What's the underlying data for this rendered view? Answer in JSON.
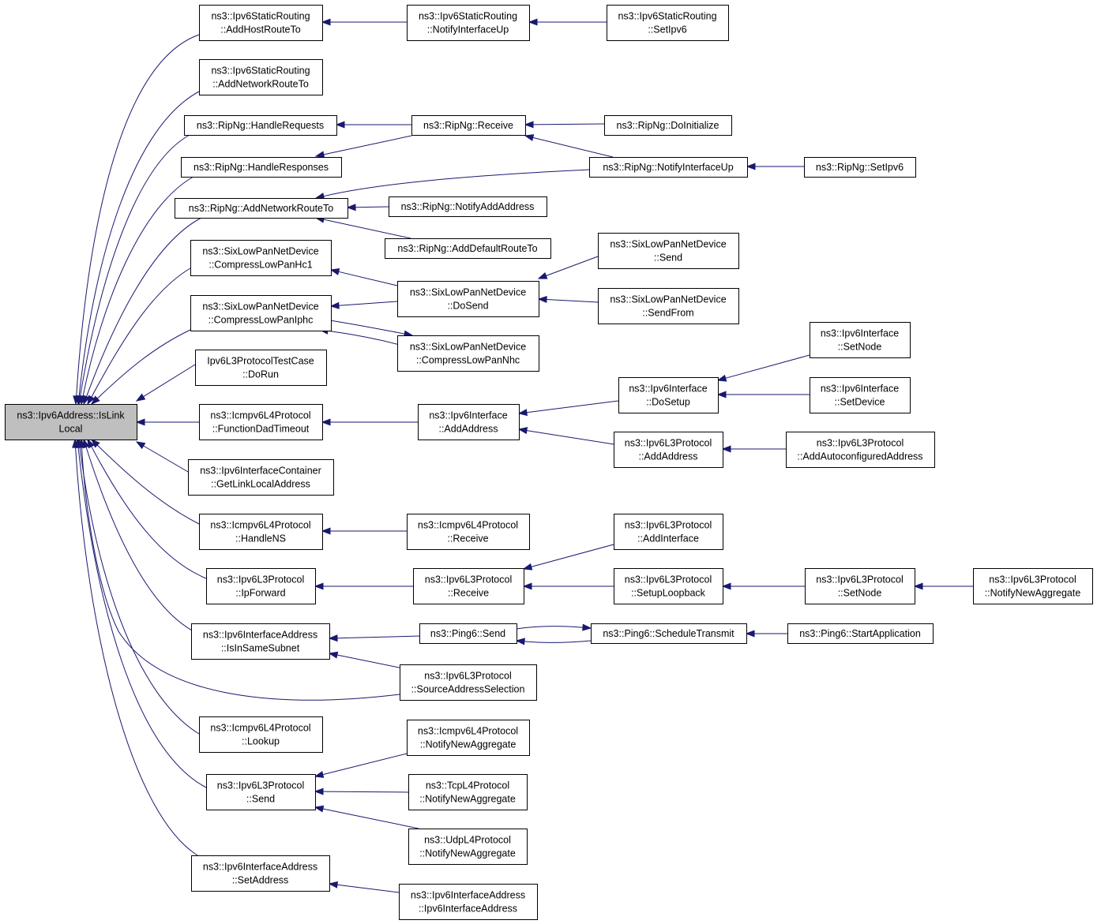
{
  "colors": {
    "edge": "#191970",
    "node_border": "#000000",
    "root_fill": "#bfbfbf",
    "node_fill": "#ffffff",
    "background": "#ffffff"
  },
  "nodes": [
    {
      "id": "root",
      "lines": [
        "ns3::Ipv6Address::IsLink",
        "Local"
      ],
      "root": true
    },
    {
      "id": "sr_addhost",
      "lines": [
        "ns3::Ipv6StaticRouting",
        "::AddHostRouteTo"
      ]
    },
    {
      "id": "sr_notify",
      "lines": [
        "ns3::Ipv6StaticRouting",
        "::NotifyInterfaceUp"
      ]
    },
    {
      "id": "sr_setipv6",
      "lines": [
        "ns3::Ipv6StaticRouting",
        "::SetIpv6"
      ]
    },
    {
      "id": "sr_addnet",
      "lines": [
        "ns3::Ipv6StaticRouting",
        "::AddNetworkRouteTo"
      ]
    },
    {
      "id": "rip_handlereq",
      "lines": [
        "ns3::RipNg::HandleRequests"
      ]
    },
    {
      "id": "rip_receive",
      "lines": [
        "ns3::RipNg::Receive"
      ]
    },
    {
      "id": "rip_doinit",
      "lines": [
        "ns3::RipNg::DoInitialize"
      ]
    },
    {
      "id": "rip_handleresp",
      "lines": [
        "ns3::RipNg::HandleResponses"
      ]
    },
    {
      "id": "rip_notifyup",
      "lines": [
        "ns3::RipNg::NotifyInterfaceUp"
      ]
    },
    {
      "id": "rip_setipv6",
      "lines": [
        "ns3::RipNg::SetIpv6"
      ]
    },
    {
      "id": "rip_addnet",
      "lines": [
        "ns3::RipNg::AddNetworkRouteTo"
      ]
    },
    {
      "id": "rip_notifyadd",
      "lines": [
        "ns3::RipNg::NotifyAddAddress"
      ]
    },
    {
      "id": "rip_adddefault",
      "lines": [
        "ns3::RipNg::AddDefaultRouteTo"
      ]
    },
    {
      "id": "sl_hc1",
      "lines": [
        "ns3::SixLowPanNetDevice",
        "::CompressLowPanHc1"
      ]
    },
    {
      "id": "sl_send",
      "lines": [
        "ns3::SixLowPanNetDevice",
        "::Send"
      ]
    },
    {
      "id": "sl_dosend",
      "lines": [
        "ns3::SixLowPanNetDevice",
        "::DoSend"
      ]
    },
    {
      "id": "sl_iphc",
      "lines": [
        "ns3::SixLowPanNetDevice",
        "::CompressLowPanIphc"
      ]
    },
    {
      "id": "sl_sendfrom",
      "lines": [
        "ns3::SixLowPanNetDevice",
        "::SendFrom"
      ]
    },
    {
      "id": "sl_nhc",
      "lines": [
        "ns3::SixLowPanNetDevice",
        "::CompressLowPanNhc"
      ]
    },
    {
      "id": "test_dorun",
      "lines": [
        "Ipv6L3ProtocolTestCase",
        "::DoRun"
      ]
    },
    {
      "id": "if_setnode",
      "lines": [
        "ns3::Ipv6Interface",
        "::SetNode"
      ]
    },
    {
      "id": "if_dosetup",
      "lines": [
        "ns3::Ipv6Interface",
        "::DoSetup"
      ]
    },
    {
      "id": "if_setdevice",
      "lines": [
        "ns3::Ipv6Interface",
        "::SetDevice"
      ]
    },
    {
      "id": "icmp_dad",
      "lines": [
        "ns3::Icmpv6L4Protocol",
        "::FunctionDadTimeout"
      ]
    },
    {
      "id": "if_addaddr",
      "lines": [
        "ns3::Ipv6Interface",
        "::AddAddress"
      ]
    },
    {
      "id": "l3_addaddr",
      "lines": [
        "ns3::Ipv6L3Protocol",
        "::AddAddress"
      ]
    },
    {
      "id": "l3_autoconf",
      "lines": [
        "ns3::Ipv6L3Protocol",
        "::AddAutoconfiguredAddress"
      ]
    },
    {
      "id": "ifc_getll",
      "lines": [
        "ns3::Ipv6InterfaceContainer",
        "::GetLinkLocalAddress"
      ]
    },
    {
      "id": "icmp_hns",
      "lines": [
        "ns3::Icmpv6L4Protocol",
        "::HandleNS"
      ]
    },
    {
      "id": "icmp_recv",
      "lines": [
        "ns3::Icmpv6L4Protocol",
        "::Receive"
      ]
    },
    {
      "id": "l3_addif",
      "lines": [
        "ns3::Ipv6L3Protocol",
        "::AddInterface"
      ]
    },
    {
      "id": "l3_ipfwd",
      "lines": [
        "ns3::Ipv6L3Protocol",
        "::IpForward"
      ]
    },
    {
      "id": "l3_recv",
      "lines": [
        "ns3::Ipv6L3Protocol",
        "::Receive"
      ]
    },
    {
      "id": "l3_setuplb",
      "lines": [
        "ns3::Ipv6L3Protocol",
        "::SetupLoopback"
      ]
    },
    {
      "id": "l3_setnode",
      "lines": [
        "ns3::Ipv6L3Protocol",
        "::SetNode"
      ]
    },
    {
      "id": "l3_notifyagg",
      "lines": [
        "ns3::Ipv6L3Protocol",
        "::NotifyNewAggregate"
      ]
    },
    {
      "id": "ia_samesub",
      "lines": [
        "ns3::Ipv6InterfaceAddress",
        "::IsInSameSubnet"
      ]
    },
    {
      "id": "ping_send",
      "lines": [
        "ns3::Ping6::Send"
      ]
    },
    {
      "id": "ping_sched",
      "lines": [
        "ns3::Ping6::ScheduleTransmit"
      ]
    },
    {
      "id": "ping_start",
      "lines": [
        "ns3::Ping6::StartApplication"
      ]
    },
    {
      "id": "l3_srcsel",
      "lines": [
        "ns3::Ipv6L3Protocol",
        "::SourceAddressSelection"
      ]
    },
    {
      "id": "icmp_lookup",
      "lines": [
        "ns3::Icmpv6L4Protocol",
        "::Lookup"
      ]
    },
    {
      "id": "icmp_notifyagg",
      "lines": [
        "ns3::Icmpv6L4Protocol",
        "::NotifyNewAggregate"
      ]
    },
    {
      "id": "l3_send",
      "lines": [
        "ns3::Ipv6L3Protocol",
        "::Send"
      ]
    },
    {
      "id": "tcp_notifyagg",
      "lines": [
        "ns3::TcpL4Protocol",
        "::NotifyNewAggregate"
      ]
    },
    {
      "id": "udp_notifyagg",
      "lines": [
        "ns3::UdpL4Protocol",
        "::NotifyNewAggregate"
      ]
    },
    {
      "id": "ia_setaddr",
      "lines": [
        "ns3::Ipv6InterfaceAddress",
        "::SetAddress"
      ]
    },
    {
      "id": "ia_ctor",
      "lines": [
        "ns3::Ipv6InterfaceAddress",
        "::Ipv6InterfaceAddress"
      ]
    }
  ],
  "edges": [
    {
      "from": "sr_addhost",
      "to": "root"
    },
    {
      "from": "sr_addnet",
      "to": "root"
    },
    {
      "from": "rip_handlereq",
      "to": "root"
    },
    {
      "from": "rip_handleresp",
      "to": "root"
    },
    {
      "from": "rip_addnet",
      "to": "root"
    },
    {
      "from": "sl_hc1",
      "to": "root"
    },
    {
      "from": "sl_iphc",
      "to": "root"
    },
    {
      "from": "test_dorun",
      "to": "root"
    },
    {
      "from": "icmp_dad",
      "to": "root"
    },
    {
      "from": "ifc_getll",
      "to": "root"
    },
    {
      "from": "icmp_hns",
      "to": "root"
    },
    {
      "from": "l3_ipfwd",
      "to": "root"
    },
    {
      "from": "ia_samesub",
      "to": "root"
    },
    {
      "from": "l3_srcsel",
      "to": "root"
    },
    {
      "from": "icmp_lookup",
      "to": "root"
    },
    {
      "from": "l3_send",
      "to": "root"
    },
    {
      "from": "ia_setaddr",
      "to": "root"
    },
    {
      "from": "sr_notify",
      "to": "sr_addhost"
    },
    {
      "from": "sr_setipv6",
      "to": "sr_notify"
    },
    {
      "from": "rip_receive",
      "to": "rip_handlereq"
    },
    {
      "from": "rip_doinit",
      "to": "rip_receive"
    },
    {
      "from": "rip_notifyup",
      "to": "rip_receive"
    },
    {
      "from": "rip_receive",
      "to": "rip_handleresp"
    },
    {
      "from": "rip_notifyup",
      "to": "rip_addnet"
    },
    {
      "from": "rip_setipv6",
      "to": "rip_notifyup"
    },
    {
      "from": "rip_notifyadd",
      "to": "rip_addnet"
    },
    {
      "from": "rip_adddefault",
      "to": "rip_addnet"
    },
    {
      "from": "sl_dosend",
      "to": "sl_hc1"
    },
    {
      "from": "sl_send",
      "to": "sl_dosend"
    },
    {
      "from": "sl_sendfrom",
      "to": "sl_dosend"
    },
    {
      "from": "sl_dosend",
      "to": "sl_iphc"
    },
    {
      "from": "sl_nhc",
      "to": "sl_iphc"
    },
    {
      "from": "sl_iphc",
      "to": "sl_nhc"
    },
    {
      "from": "if_addaddr",
      "to": "icmp_dad"
    },
    {
      "from": "if_dosetup",
      "to": "if_addaddr"
    },
    {
      "from": "if_setnode",
      "to": "if_dosetup"
    },
    {
      "from": "if_setdevice",
      "to": "if_dosetup"
    },
    {
      "from": "l3_addaddr",
      "to": "if_addaddr"
    },
    {
      "from": "l3_autoconf",
      "to": "l3_addaddr"
    },
    {
      "from": "icmp_recv",
      "to": "icmp_hns"
    },
    {
      "from": "l3_recv",
      "to": "l3_ipfwd"
    },
    {
      "from": "l3_addif",
      "to": "l3_recv"
    },
    {
      "from": "l3_setuplb",
      "to": "l3_recv"
    },
    {
      "from": "l3_setnode",
      "to": "l3_setuplb"
    },
    {
      "from": "l3_notifyagg",
      "to": "l3_setnode"
    },
    {
      "from": "ping_send",
      "to": "ia_samesub"
    },
    {
      "from": "ping_send",
      "to": "ping_sched"
    },
    {
      "from": "ping_sched",
      "to": "ping_send"
    },
    {
      "from": "ping_start",
      "to": "ping_sched"
    },
    {
      "from": "l3_srcsel",
      "to": "ia_samesub"
    },
    {
      "from": "icmp_notifyagg",
      "to": "l3_send"
    },
    {
      "from": "tcp_notifyagg",
      "to": "l3_send"
    },
    {
      "from": "udp_notifyagg",
      "to": "l3_send"
    },
    {
      "from": "ia_ctor",
      "to": "ia_setaddr"
    }
  ]
}
